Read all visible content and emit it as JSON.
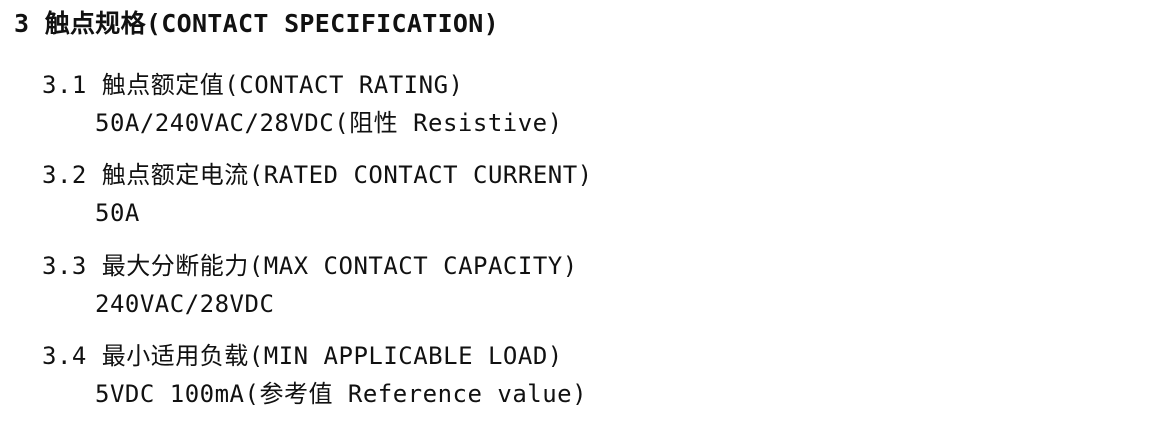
{
  "section": {
    "title": "3 触点规格(CONTACT SPECIFICATION)"
  },
  "items": [
    {
      "heading": "3.1 触点额定值(CONTACT RATING)",
      "value": "50A/240VAC/28VDC(阻性 Resistive)"
    },
    {
      "heading": "3.2 触点额定电流(RATED CONTACT CURRENT)",
      "value": "50A"
    },
    {
      "heading": "3.3 最大分断能力(MAX CONTACT CAPACITY)",
      "value": "240VAC/28VDC"
    },
    {
      "heading": "3.4 最小适用负载(MIN APPLICABLE LOAD)",
      "value": "5VDC 100mA(参考值 Reference value)"
    }
  ]
}
